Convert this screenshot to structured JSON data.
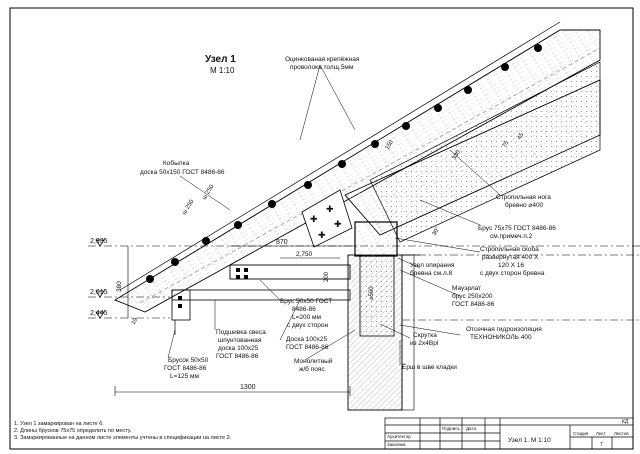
{
  "title": {
    "name": "Узел 1",
    "scale": "М 1:10"
  },
  "labels": {
    "wire": [
      "Оцинкованая крепёжная",
      "проволока толщ.5мм"
    ],
    "kobylka": [
      "Кобылка",
      "доска 50х150 ГОСТ 8486-86"
    ],
    "rafter_leg": [
      "Стропильная нога",
      "бревно ⌀400"
    ],
    "beam_note": [
      "Брус 75х75 ГОСТ 8486-86",
      "см.примеч.п.2"
    ],
    "strut": [
      "Стропильная скоба",
      "развернутая 400 Х",
      "120 Х 16",
      "с двух сторон бревна"
    ],
    "mauerlat": [
      "Мауэрлат",
      "брус 250х200",
      "ГОСТ 8486-86"
    ],
    "support_node": [
      "Узел опирания",
      "бревна см.л.8"
    ],
    "insulation": [
      "Отсечная гидроизоляция",
      "ТЕХНОНИКОЛЬ 400"
    ],
    "staple": [
      "Скрутка",
      "из 2х4Врl"
    ],
    "brus_50_lower": [
      "Брус 50х50 ГОСТ",
      "8486-86",
      "L=200 мм",
      "с двух сторон"
    ],
    "boards": [
      "Доска 100х25",
      "ГОСТ 8486-86"
    ],
    "monolithic": [
      "Монолитный",
      "ж/б пояс"
    ],
    "podshivka": [
      "Подшивка свеса",
      "шпунтованная",
      "доска 100х25",
      "ГОСТ 8486-86"
    ],
    "brusok": [
      "Брусок 50х50",
      "ГОСТ 8486-86",
      "L=125 мм"
    ],
    "ersh": "Ёрш в шве кладки"
  },
  "dimensions": {
    "top_levels": [
      "2,935",
      "2,615",
      "2,445"
    ],
    "len_870": "870",
    "len_2750": "2,750",
    "len_1300": "1300",
    "len_380": "380",
    "len_250a": "ш 250",
    "len_250b": "ш 250",
    "len_150": "150",
    "len_200": "200",
    "len_330": "330",
    "len_75": "75",
    "len_45": "45",
    "len_30": "30°",
    "len_19": "19",
    "len_500": "⌀500"
  },
  "notes": [
    "1. Узел 1 замаркирован на листе 6.",
    "2. Длины брусков 75х75 определить по месту.",
    "3. Замаркированные на данном листе элементы учтены в спецификации на листе 2."
  ],
  "stamp": {
    "col_headers": [
      "Подпись",
      "Дата"
    ],
    "rows": [
      "Архитектор",
      "Заказчик"
    ],
    "code": "КД",
    "center_title": "Узел 1. М 1:10",
    "stage_headers": [
      "Стадия",
      "Лист",
      "Листов"
    ],
    "sheet_no": "7"
  }
}
